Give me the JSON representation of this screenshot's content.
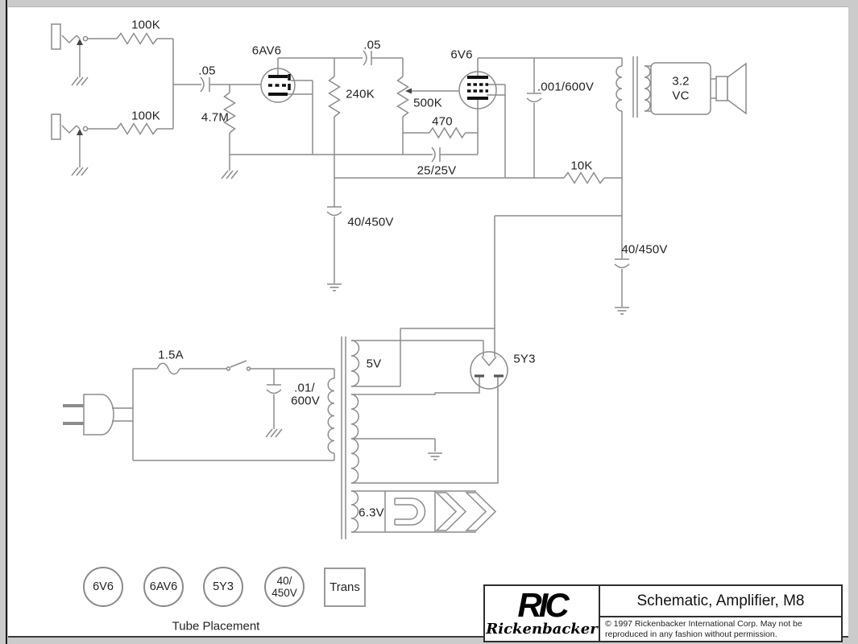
{
  "labels": {
    "r_input1": "100K",
    "r_input2": "100K",
    "c_coupling1": ".05",
    "v1": "6AV6",
    "r_grid": "4.7M",
    "r_plate": "240K",
    "c_coupling2": ".05",
    "pot_volume": "500K",
    "v2": "6V6",
    "r_cathode": "470",
    "c_cathode": "25/25V",
    "c_snubber": ".001/600V",
    "spk_line1": "3.2",
    "spk_line2": "VC",
    "r_filter": "10K",
    "c_filter1": "40/450V",
    "c_filter2": "40/450V",
    "fuse": "1.5A",
    "c_line_l1": ".01/",
    "c_line_l2": "600V",
    "w_rect": "5V",
    "v3": "5Y3",
    "w_heater": "6.3V"
  },
  "tube_placement": {
    "items": [
      "6V6",
      "6AV6",
      "5Y3",
      "40/\n450V",
      "Trans"
    ],
    "caption": "Tube Placement"
  },
  "title_block": {
    "logo_main": "RIC",
    "logo_sub": "Rickenbacker",
    "title": "Schematic, Amplifier, M8",
    "copyright_line1": "© 1997 Rickenbacker International Corp. May not be",
    "copyright_line2": "reproduced in any fashion without permission."
  }
}
